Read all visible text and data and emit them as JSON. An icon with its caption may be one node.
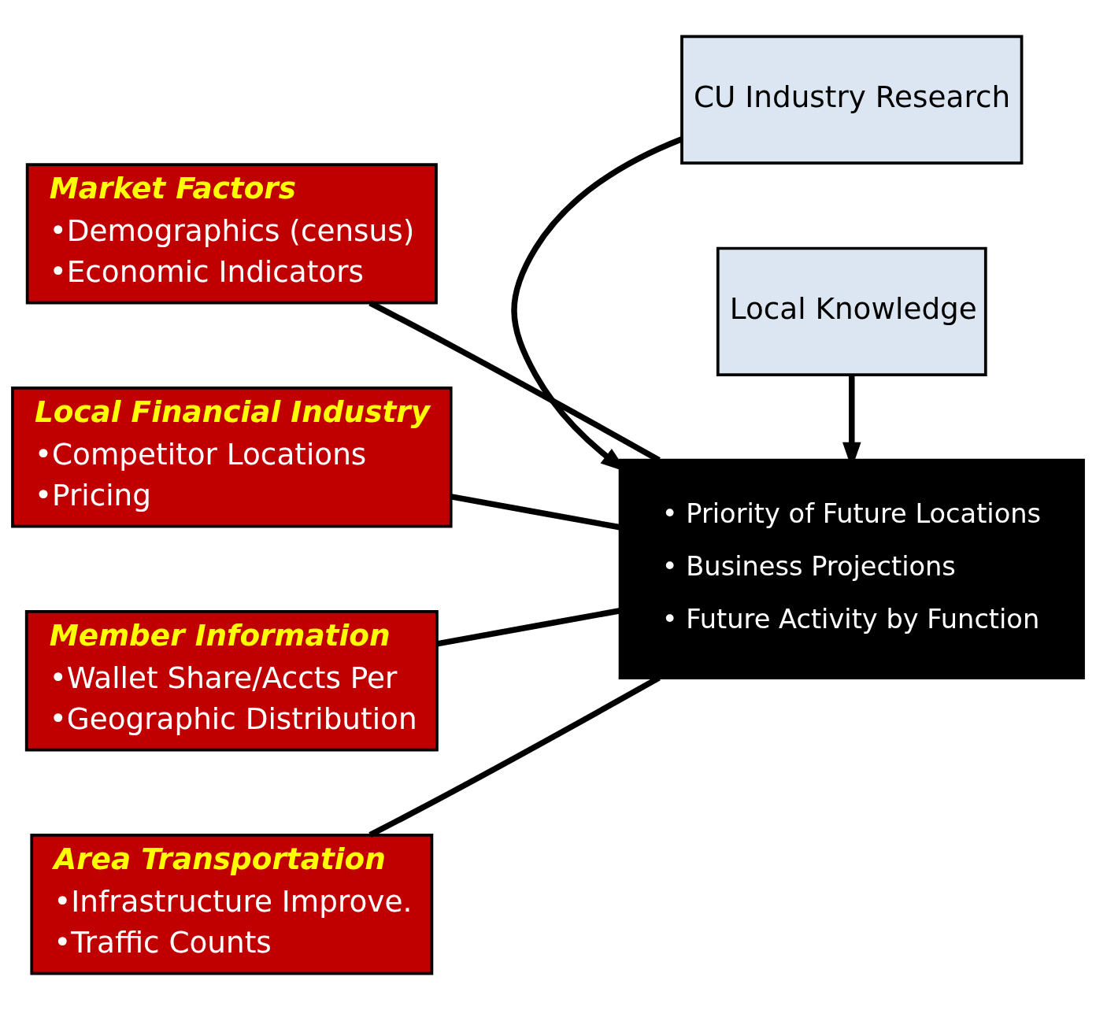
{
  "diagram": {
    "nodes": [
      {
        "text": [
          "Market Factors",
          "•Demographics (census)",
          "•Economic Indicators"
        ]
      },
      {
        "text": [
          "Local Financial Industry",
          "•Competitor Locations",
          "•Pricing"
        ]
      },
      {
        "text": [
          "Member Information",
          "•Wallet Share/Accts Per",
          "•Geographic Distribution"
        ]
      },
      {
        "text": [
          "Area Transportation",
          "•Infrastructure Improve.",
          "•Traffic Counts"
        ]
      },
      {
        "text": [
          "CU Industry Research"
        ]
      },
      {
        "text": [
          "• Priority of Future Locations",
          "• Business Projections",
          "• Future Activity by Function"
        ]
      },
      {
        "text": [
          "Local Knowledge"
        ]
      }
    ],
    "edges": [
      {
        "from": 0,
        "to": 5,
        "arrow": "none"
      },
      {
        "from": 1,
        "to": 5,
        "arrow": "none"
      },
      {
        "from": 2,
        "to": 5,
        "arrow": "none"
      },
      {
        "from": 3,
        "to": 5,
        "arrow": "none"
      },
      {
        "from": 4,
        "to": 5,
        "arrow": "to"
      },
      {
        "from": 6,
        "to": 5,
        "arrow": "to"
      }
    ]
  }
}
